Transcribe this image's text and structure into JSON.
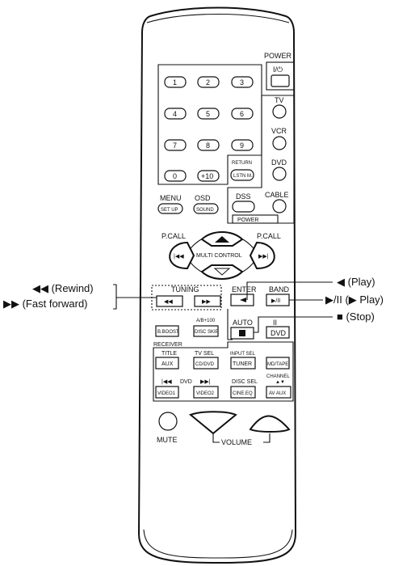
{
  "remote": {
    "power_section": {
      "title": "POWER",
      "toggle_symbol": "I/⏻"
    },
    "number_keys": [
      "1",
      "2",
      "3",
      "4",
      "5",
      "6",
      "7",
      "8",
      "9",
      "0",
      "+10"
    ],
    "return_label": "RETURN",
    "listen_mode": "LSTN M.",
    "source_power": {
      "tv": "TV",
      "vcr": "VCR",
      "dvd": "DVD",
      "dss": "DSS",
      "cable": "CABLE",
      "group_label": "POWER"
    },
    "menu": {
      "label": "MENU",
      "key": "SET UP"
    },
    "osd": {
      "label": "OSD",
      "key": "SOUND"
    },
    "pcall_left": "P.CALL",
    "pcall_right": "P.CALL",
    "multi_control": "MULTI CONTROL",
    "tuning": "TUNING",
    "enter": "ENTER",
    "band": "BAND",
    "auto": "AUTO",
    "dvd_key": "DVD",
    "pause_mark": "II",
    "bboost": "B.BOOST",
    "ab100": "A/B+100",
    "disc_skip": "DISC SKIP",
    "receiver": "RECEIVER",
    "title": "TITLE",
    "tv_sel": "TV SEL",
    "input_sel": "INPUT SEL",
    "aux": "AUX",
    "cd_dvd": "CD/DVD",
    "tuner": "TUNER",
    "md_tape": "MD/TAPE",
    "dvd_skip": "DVD",
    "disc_sel": "DISC SEL",
    "channel": "CHANNEL",
    "video1": "VIDEO1",
    "video2": "VIDEO2",
    "cine_eq": "CINE.EQ",
    "av_aux": "AV AUX",
    "mute": "MUTE",
    "volume": "VOLUME"
  },
  "callouts": {
    "rewind": "◀◀ (Rewind)",
    "fast_forward": "▶▶ (Fast forward)",
    "play_reverse": "◀ (Play)",
    "play_pause": "▶/II (▶ Play)",
    "stop": "■ (Stop)"
  }
}
